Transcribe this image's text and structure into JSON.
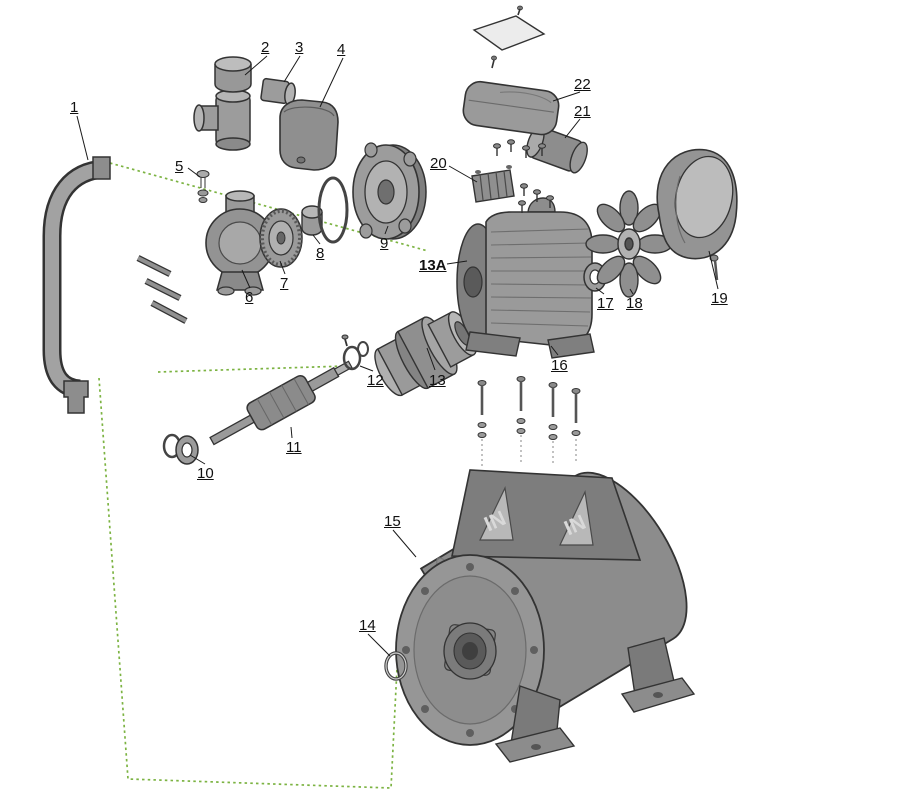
{
  "diagram": {
    "type": "exploded-parts-diagram",
    "subject": "water pump with pressure tank exploded view",
    "background": "#ffffff",
    "assembly_line_color": "#7cb342",
    "outline_color": "#333333",
    "labels": {
      "1": "1",
      "2": "2",
      "3": "3",
      "4": "4",
      "5": "5",
      "6": "6",
      "7": "7",
      "8": "8",
      "9": "9",
      "10": "10",
      "11": "11",
      "12": "12",
      "13": "13",
      "13A": "13A",
      "14": "14",
      "15": "15",
      "16": "16",
      "17": "17",
      "18": "18",
      "19": "19",
      "20": "20",
      "21": "21",
      "22": "22"
    },
    "in_marks": [
      "IN",
      "IN"
    ]
  }
}
